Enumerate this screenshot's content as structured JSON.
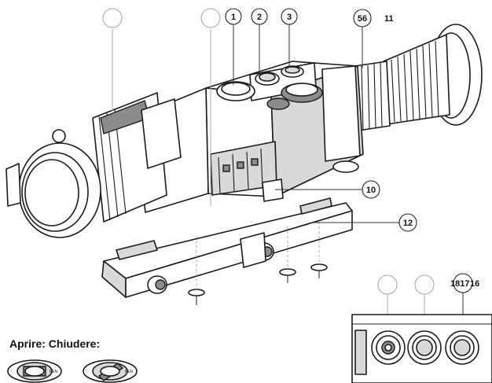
{
  "callouts": {
    "c1": "1",
    "c2": "2",
    "c3": "3",
    "c56": "56",
    "c10": "10",
    "c12": "12",
    "c1817": "1817",
    "c16": "16"
  },
  "labels": {
    "t11": "11",
    "open_close": "Aprire: Chiudere:",
    "pen1": "PEN",
    "pen2": "PEN"
  },
  "colors": {
    "line": "#1a1a1a",
    "metal_light": "#d9d9d9",
    "metal_dark": "#8c8c8c",
    "empty_callout": "#a8a8a8"
  }
}
